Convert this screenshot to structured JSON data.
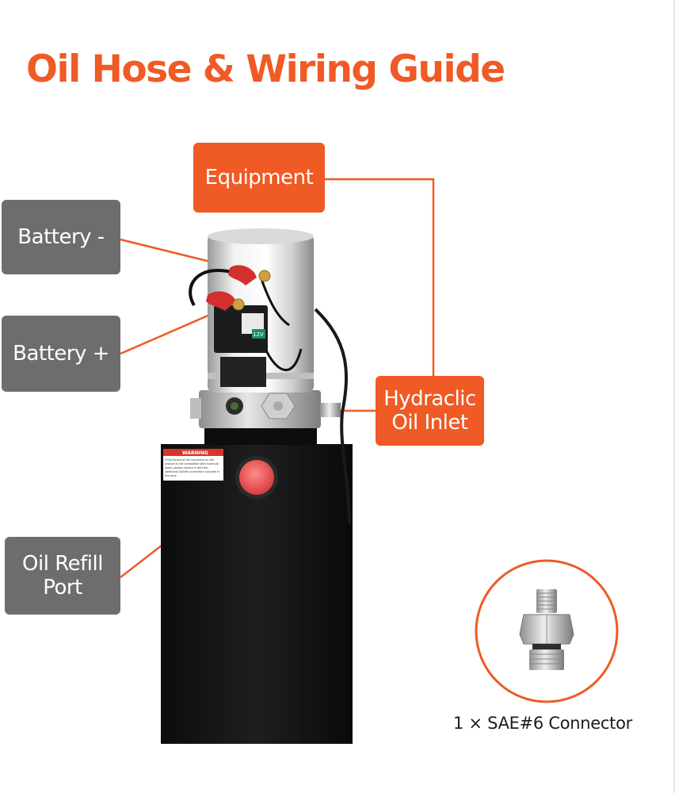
{
  "title": "Oil Hose & Wiring Guide",
  "labels": {
    "equipment": "Equipment",
    "battery_neg": "Battery -",
    "battery_pos": "Battery +",
    "hydraulic_inlet": "Hydraclic\nOil Inlet",
    "oil_refill": "Oil Refill\nPort"
  },
  "connector_caption": "1 × SAE#6 Connector",
  "warning_label": {
    "heading": "WARNING",
    "lines": [
      "If the thread of the connector on the",
      "product is not compatible with hydraulic",
      "pipes, please replace it with the",
      "additional SAE#6 connectors included in",
      "the pack."
    ]
  },
  "relay_voltage": "12V",
  "colors": {
    "accent": "#f05a24",
    "label_gray": "#6d6d6d",
    "tank": "#111111",
    "refill_cap": "#e84f4f"
  }
}
